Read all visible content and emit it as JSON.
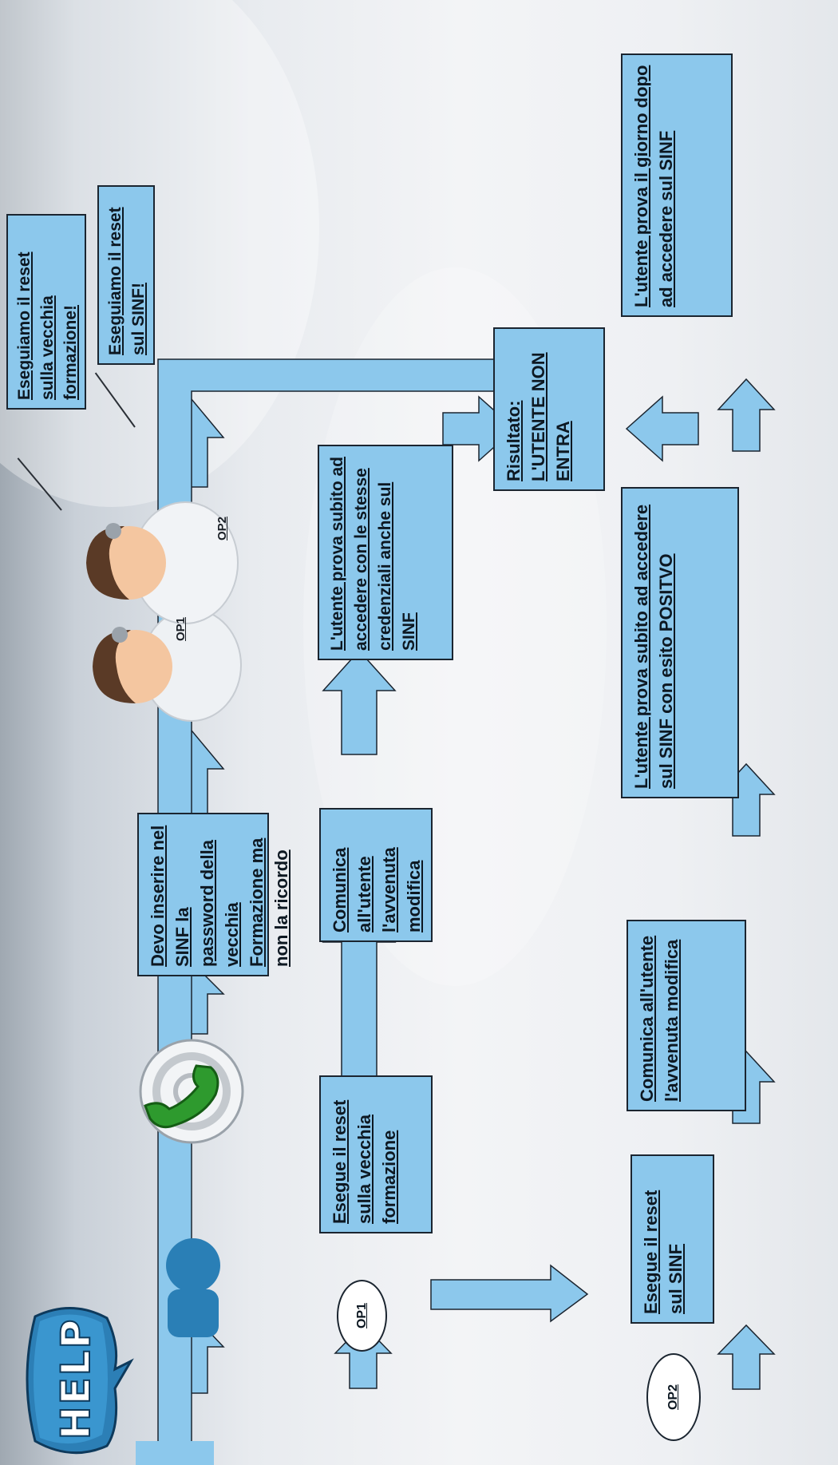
{
  "help_bubble": {
    "text": "HELP"
  },
  "operators": {
    "op1": "OP1",
    "op2": "OP2"
  },
  "callouts": {
    "op1_says": "Eseguiamo il reset sulla vecchia formazione!",
    "op2_says": "Eseguiamo il reset sul SINF!"
  },
  "steps": {
    "user_request": "Devo inserire nel SINF la password della vecchia Formazione ma non la ricordo",
    "op1_reset": "Esegue il reset sulla vecchia formazione",
    "op1_notify": "Comunica all'utente l'avvenuta modifica",
    "op1_user_try": "L'utente prova subito ad accedere con le stesse credenziali anche sul SINF",
    "result": "Risultato: L'UTENTE NON ENTRA",
    "op2_reset": "Esegue il reset sul SINF",
    "op2_notify": "Comunica all'utente l'avvenuta modifica",
    "op2_user_try_now": "L'utente prova subito ad accedere sul SINF con esito POSITVO",
    "op2_user_try_next_day": "L'utente prova il giorno dopo ad accedere sul SINF"
  },
  "colors": {
    "box_fill": "#8cc8ec",
    "arrow_fill": "#8cc8ec",
    "outline": "#1b2530",
    "phone_green": "#2e9a2e",
    "help_blue": "#2c7fb6"
  },
  "icons": [
    "help-speech-bubble-icon",
    "user-silhouette-icon",
    "telephone-icon",
    "operators-headset-icon"
  ]
}
